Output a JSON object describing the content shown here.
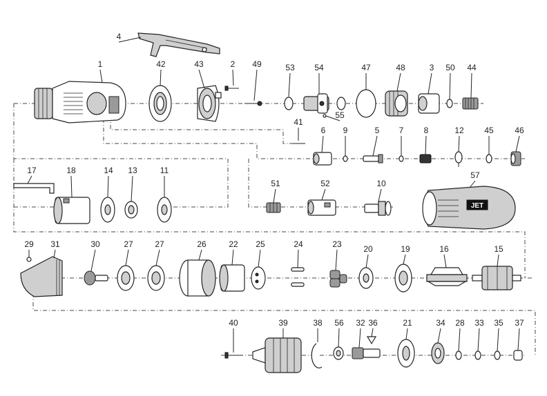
{
  "part_numbers": [
    "1",
    "2",
    "3",
    "4",
    "5",
    "6",
    "7",
    "8",
    "9",
    "10",
    "11",
    "12",
    "13",
    "14",
    "15",
    "16",
    "17",
    "18",
    "19",
    "20",
    "21",
    "22",
    "23",
    "24",
    "25",
    "26",
    "27",
    "28",
    "29",
    "30",
    "31",
    "32",
    "33",
    "34",
    "35",
    "36",
    "37",
    "38",
    "39",
    "40",
    "41",
    "42",
    "43",
    "44",
    "45",
    "46",
    "47",
    "48",
    "49",
    "50",
    "51",
    "52",
    "53",
    "54",
    "55",
    "56",
    "57"
  ],
  "brand_mark": "JET"
}
